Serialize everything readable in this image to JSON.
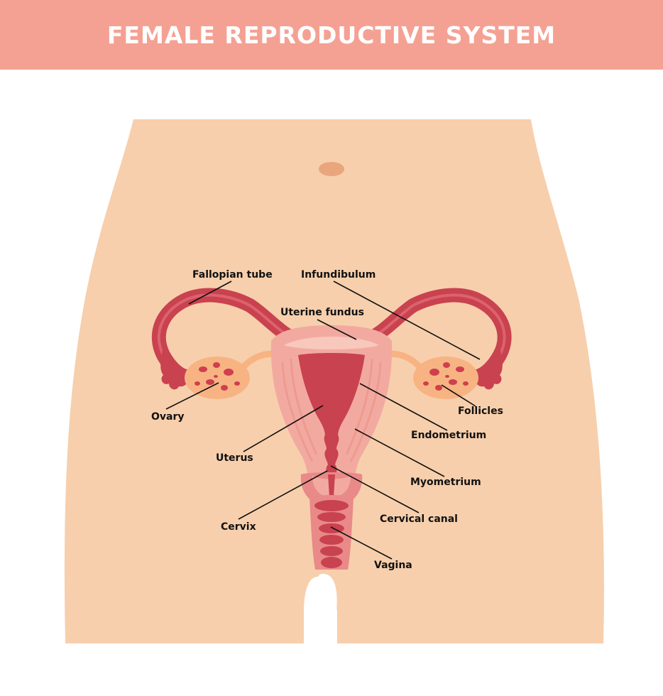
{
  "header": {
    "title": "FEMALE REPRODUCTIVE SYSTEM"
  },
  "labels": {
    "fallopian_tube": "Fallopian tube",
    "infundibulum": "Infundibulum",
    "uterine_fundus": "Uterine fundus",
    "ovary": "Ovary",
    "follicles": "Follicles",
    "endometrium": "Endometrium",
    "uterus": "Uterus",
    "myometrium": "Myometrium",
    "cervical_canal": "Cervical canal",
    "cervix": "Cervix",
    "vagina": "Vagina"
  },
  "colors": {
    "header": "#f4a193",
    "skin": "#f7cfac",
    "organ": "#c9424f",
    "organ_light": "#e98a88",
    "myometrium": "#f2aaa0",
    "ovary": "#f8b383",
    "follicle": "#cf3f4e"
  }
}
